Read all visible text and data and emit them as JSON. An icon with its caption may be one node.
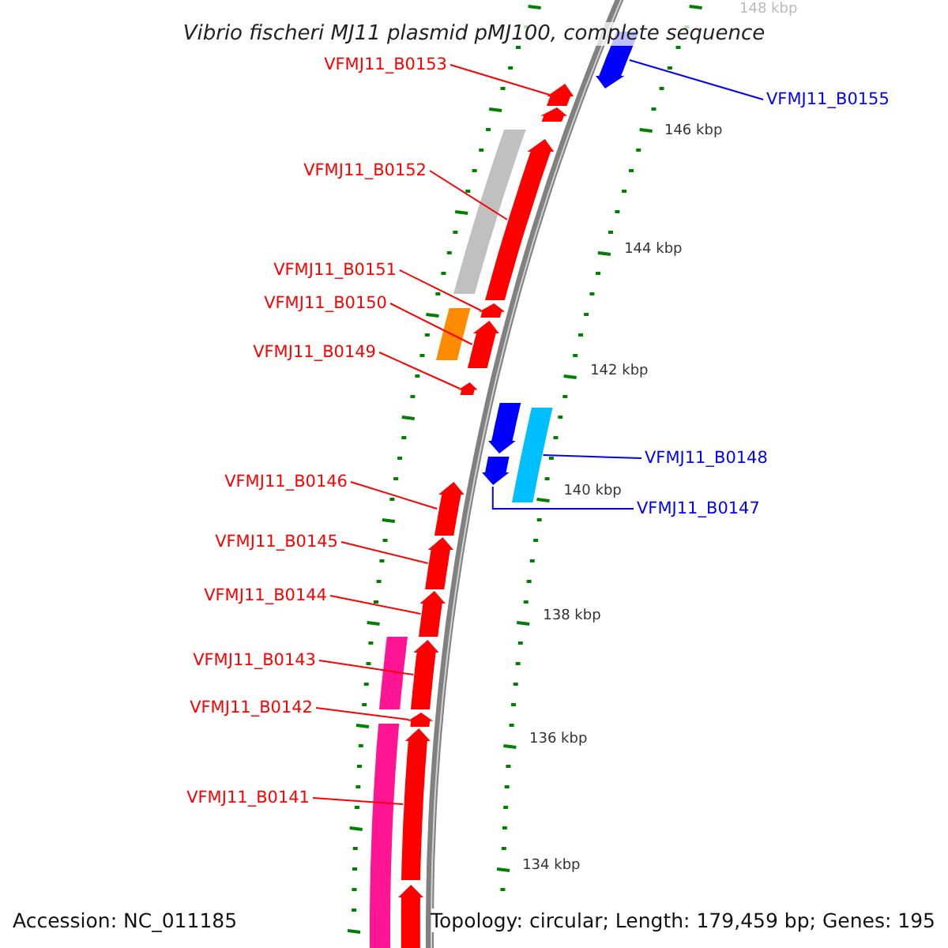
{
  "diagram": {
    "title": "Vibrio fischeri MJ11 plasmid pMJ100, complete sequence",
    "nodes": [
      {
        "text": [
          "VFMJ11_B0155"
        ]
      },
      {
        "text": [],
        "shape": "arrow"
      },
      {
        "text": [
          "VFMJ11_B0153"
        ]
      },
      {
        "text": [],
        "shape": "arrow"
      },
      {
        "text": [],
        "shape": "arrow"
      },
      {
        "text": [
          "VFMJ11_B0152"
        ]
      },
      {
        "text": [],
        "shape": "bar"
      },
      {
        "text": [],
        "shape": "arrow"
      },
      {
        "text": [
          "VFMJ11_B0151"
        ]
      },
      {
        "text": [],
        "shape": "arrow"
      },
      {
        "text": [
          "VFMJ11_B0150"
        ]
      },
      {
        "text": [],
        "shape": "bar"
      },
      {
        "text": [],
        "shape": "arrow"
      },
      {
        "text": [
          "VFMJ11_B0149"
        ]
      },
      {
        "text": [],
        "shape": "arrow"
      },
      {
        "text": [],
        "shape": "arrow"
      },
      {
        "text": [],
        "shape": "bar"
      },
      {
        "text": [
          "VFMJ11_B0148"
        ]
      },
      {
        "text": [
          "VFMJ11_B0146"
        ]
      },
      {
        "text": [],
        "shape": "arrow"
      },
      {
        "text": [
          "VFMJ11_B0147"
        ]
      },
      {
        "text": [],
        "shape": "arrow"
      },
      {
        "text": [
          "VFMJ11_B0145"
        ]
      },
      {
        "text": [],
        "shape": "arrow"
      },
      {
        "text": [
          "VFMJ11_B0144"
        ]
      },
      {
        "text": [],
        "shape": "arrow"
      },
      {
        "text": [],
        "shape": "bar"
      },
      {
        "text": [
          "VFMJ11_B0143"
        ]
      },
      {
        "text": [],
        "shape": "arrow"
      },
      {
        "text": [
          "VFMJ11_B0142"
        ]
      },
      {
        "text": [],
        "shape": "arrow"
      },
      {
        "text": [],
        "shape": "bar"
      },
      {
        "text": [
          "VFMJ11_B0141"
        ]
      },
      {
        "text": [],
        "shape": "arrow"
      },
      {
        "text": [],
        "shape": "arrow"
      }
    ],
    "edges": [
      {
        "from": 0,
        "to": 1,
        "arrow": "none",
        "color": "#0000ff"
      },
      {
        "from": 2,
        "to": 3,
        "arrow": "none"
      },
      {
        "from": 5,
        "to": 7,
        "arrow": "none"
      },
      {
        "from": 8,
        "to": 9,
        "arrow": "none"
      },
      {
        "from": 10,
        "to": 12,
        "arrow": "none"
      },
      {
        "from": 13,
        "to": 14,
        "arrow": "none"
      },
      {
        "from": 17,
        "to": 16,
        "arrow": "none",
        "color": "#0000ff"
      },
      {
        "from": 20,
        "to": 19,
        "arrow": "none",
        "color": "#0000ff"
      },
      {
        "from": 18,
        "to": 21,
        "arrow": "none"
      },
      {
        "from": 22,
        "to": 23,
        "arrow": "none"
      },
      {
        "from": 24,
        "to": 25,
        "arrow": "none"
      },
      {
        "from": 27,
        "to": 28,
        "arrow": "none"
      },
      {
        "from": 29,
        "to": 30,
        "arrow": "none"
      },
      {
        "from": 32,
        "to": 33,
        "arrow": "none"
      }
    ],
    "labels": [
      "148 kbp",
      "146 kbp",
      "144 kbp",
      "142 kbp",
      "140 kbp",
      "138 kbp",
      "136 kbp",
      "134 kbp",
      "Accession: NC_011185",
      "Topology: circular; Length: 179,459 bp; Genes: 195"
    ]
  }
}
